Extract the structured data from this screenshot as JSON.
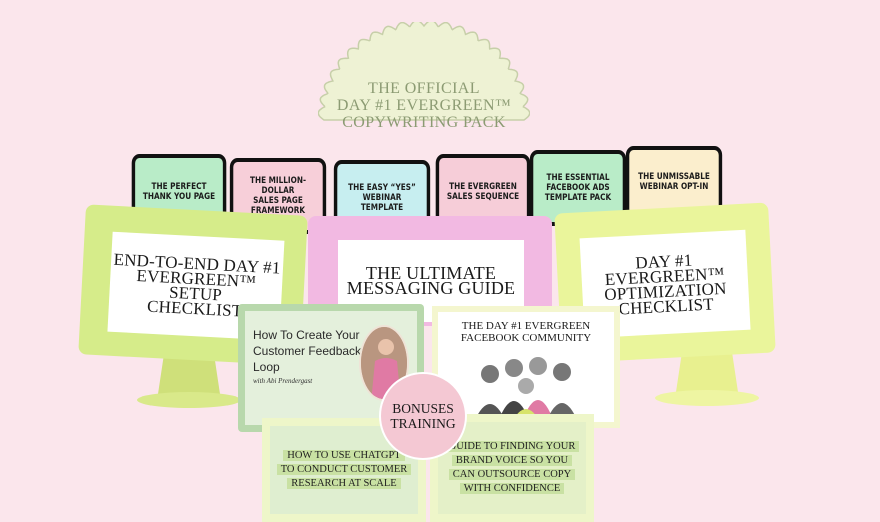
{
  "seal": {
    "lines": [
      "THE OFFICIAL",
      "DAY #1 EVERGREEN™",
      "COPYWRITING PACK"
    ]
  },
  "templates": [
    {
      "lines": [
        "THE PERFECT",
        "THANK YOU PAGE"
      ],
      "color": "#b9ecc8"
    },
    {
      "lines": [
        "THE MILLION-DOLLAR",
        "SALES PAGE FRAMEWORK"
      ],
      "color": "#f7cfd9"
    },
    {
      "lines": [
        "THE EASY “YES”",
        "WEBINAR TEMPLATE"
      ],
      "color": "#c7eef0"
    },
    {
      "lines": [
        "THE EVERGREEN",
        "SALES SEQUENCE"
      ],
      "color": "#f6cdd8"
    },
    {
      "lines": [
        "THE ESSENTIAL",
        "FACEBOOK ADS",
        "TEMPLATE PACK"
      ],
      "color": "#b9ecc8"
    },
    {
      "lines": [
        "THE UNMISSABLE",
        "WEBINAR OPT-IN"
      ],
      "color": "#fbeecd"
    }
  ],
  "monitors": {
    "left": {
      "lines": [
        "END-TO-END DAY #1",
        "EVERGREEN™ SETUP",
        "CHECKLIST"
      ],
      "color": "#d6ec8a"
    },
    "center": {
      "lines": [
        "THE ULTIMATE",
        "MESSAGING GUIDE"
      ],
      "color": "#f2b9e2"
    },
    "right": {
      "lines": [
        "DAY #1 EVERGREEN™",
        "OPTIMIZATION",
        "CHECKLIST"
      ],
      "color": "#eaf59b"
    }
  },
  "training": {
    "title": "How To Create Your Customer Feedback Loop",
    "byline": "with Abi Prendergast"
  },
  "community": {
    "lines": [
      "THE DAY #1 EVERGREEN",
      "FACEBOOK COMMUNITY"
    ]
  },
  "bonus": {
    "lines": [
      "BONUSES",
      "TRAINING"
    ]
  },
  "docs": [
    {
      "lines": [
        "HOW TO USE CHATGPT",
        "TO CONDUCT CUSTOMER",
        "RESEARCH AT SCALE"
      ]
    },
    {
      "lines": [
        "GUIDE TO FINDING YOUR",
        "BRAND VOICE SO YOU",
        "CAN OUTSOURCE COPY",
        "WITH CONFIDENCE"
      ]
    }
  ]
}
